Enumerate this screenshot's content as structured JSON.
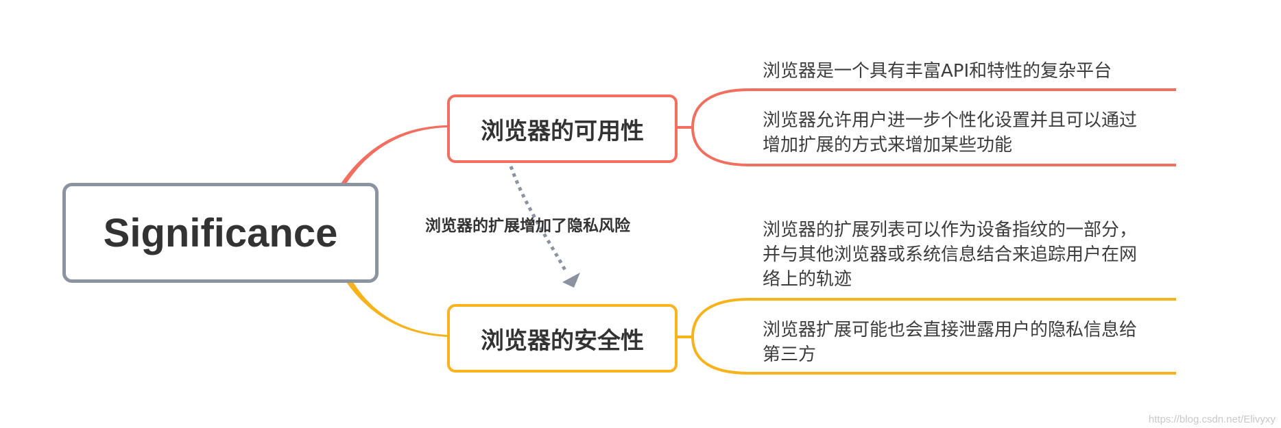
{
  "root": {
    "label": "Significance"
  },
  "branches": [
    {
      "label": "浏览器的可用性",
      "color": "#f26e5f",
      "leaves": [
        "浏览器是一个具有丰富API和特性的复杂平台",
        "浏览器允许用户进一步个性化设置并且可以通过\n增加扩展的方式来增加某些功能"
      ]
    },
    {
      "label": "浏览器的安全性",
      "color": "#f7b21c",
      "leaves": [
        "浏览器的扩展列表可以作为设备指纹的一部分，\n并与其他浏览器或系统信息结合来追踪用户在网\n络上的轨迹",
        "浏览器扩展可能也会直接泄露用户的隐私信息给\n第三方"
      ]
    }
  ],
  "relationship": {
    "label": "浏览器的扩展增加了隐私风险",
    "color": "#8a939f"
  },
  "watermark": "https://blog.csdn.net/Elivyxy"
}
